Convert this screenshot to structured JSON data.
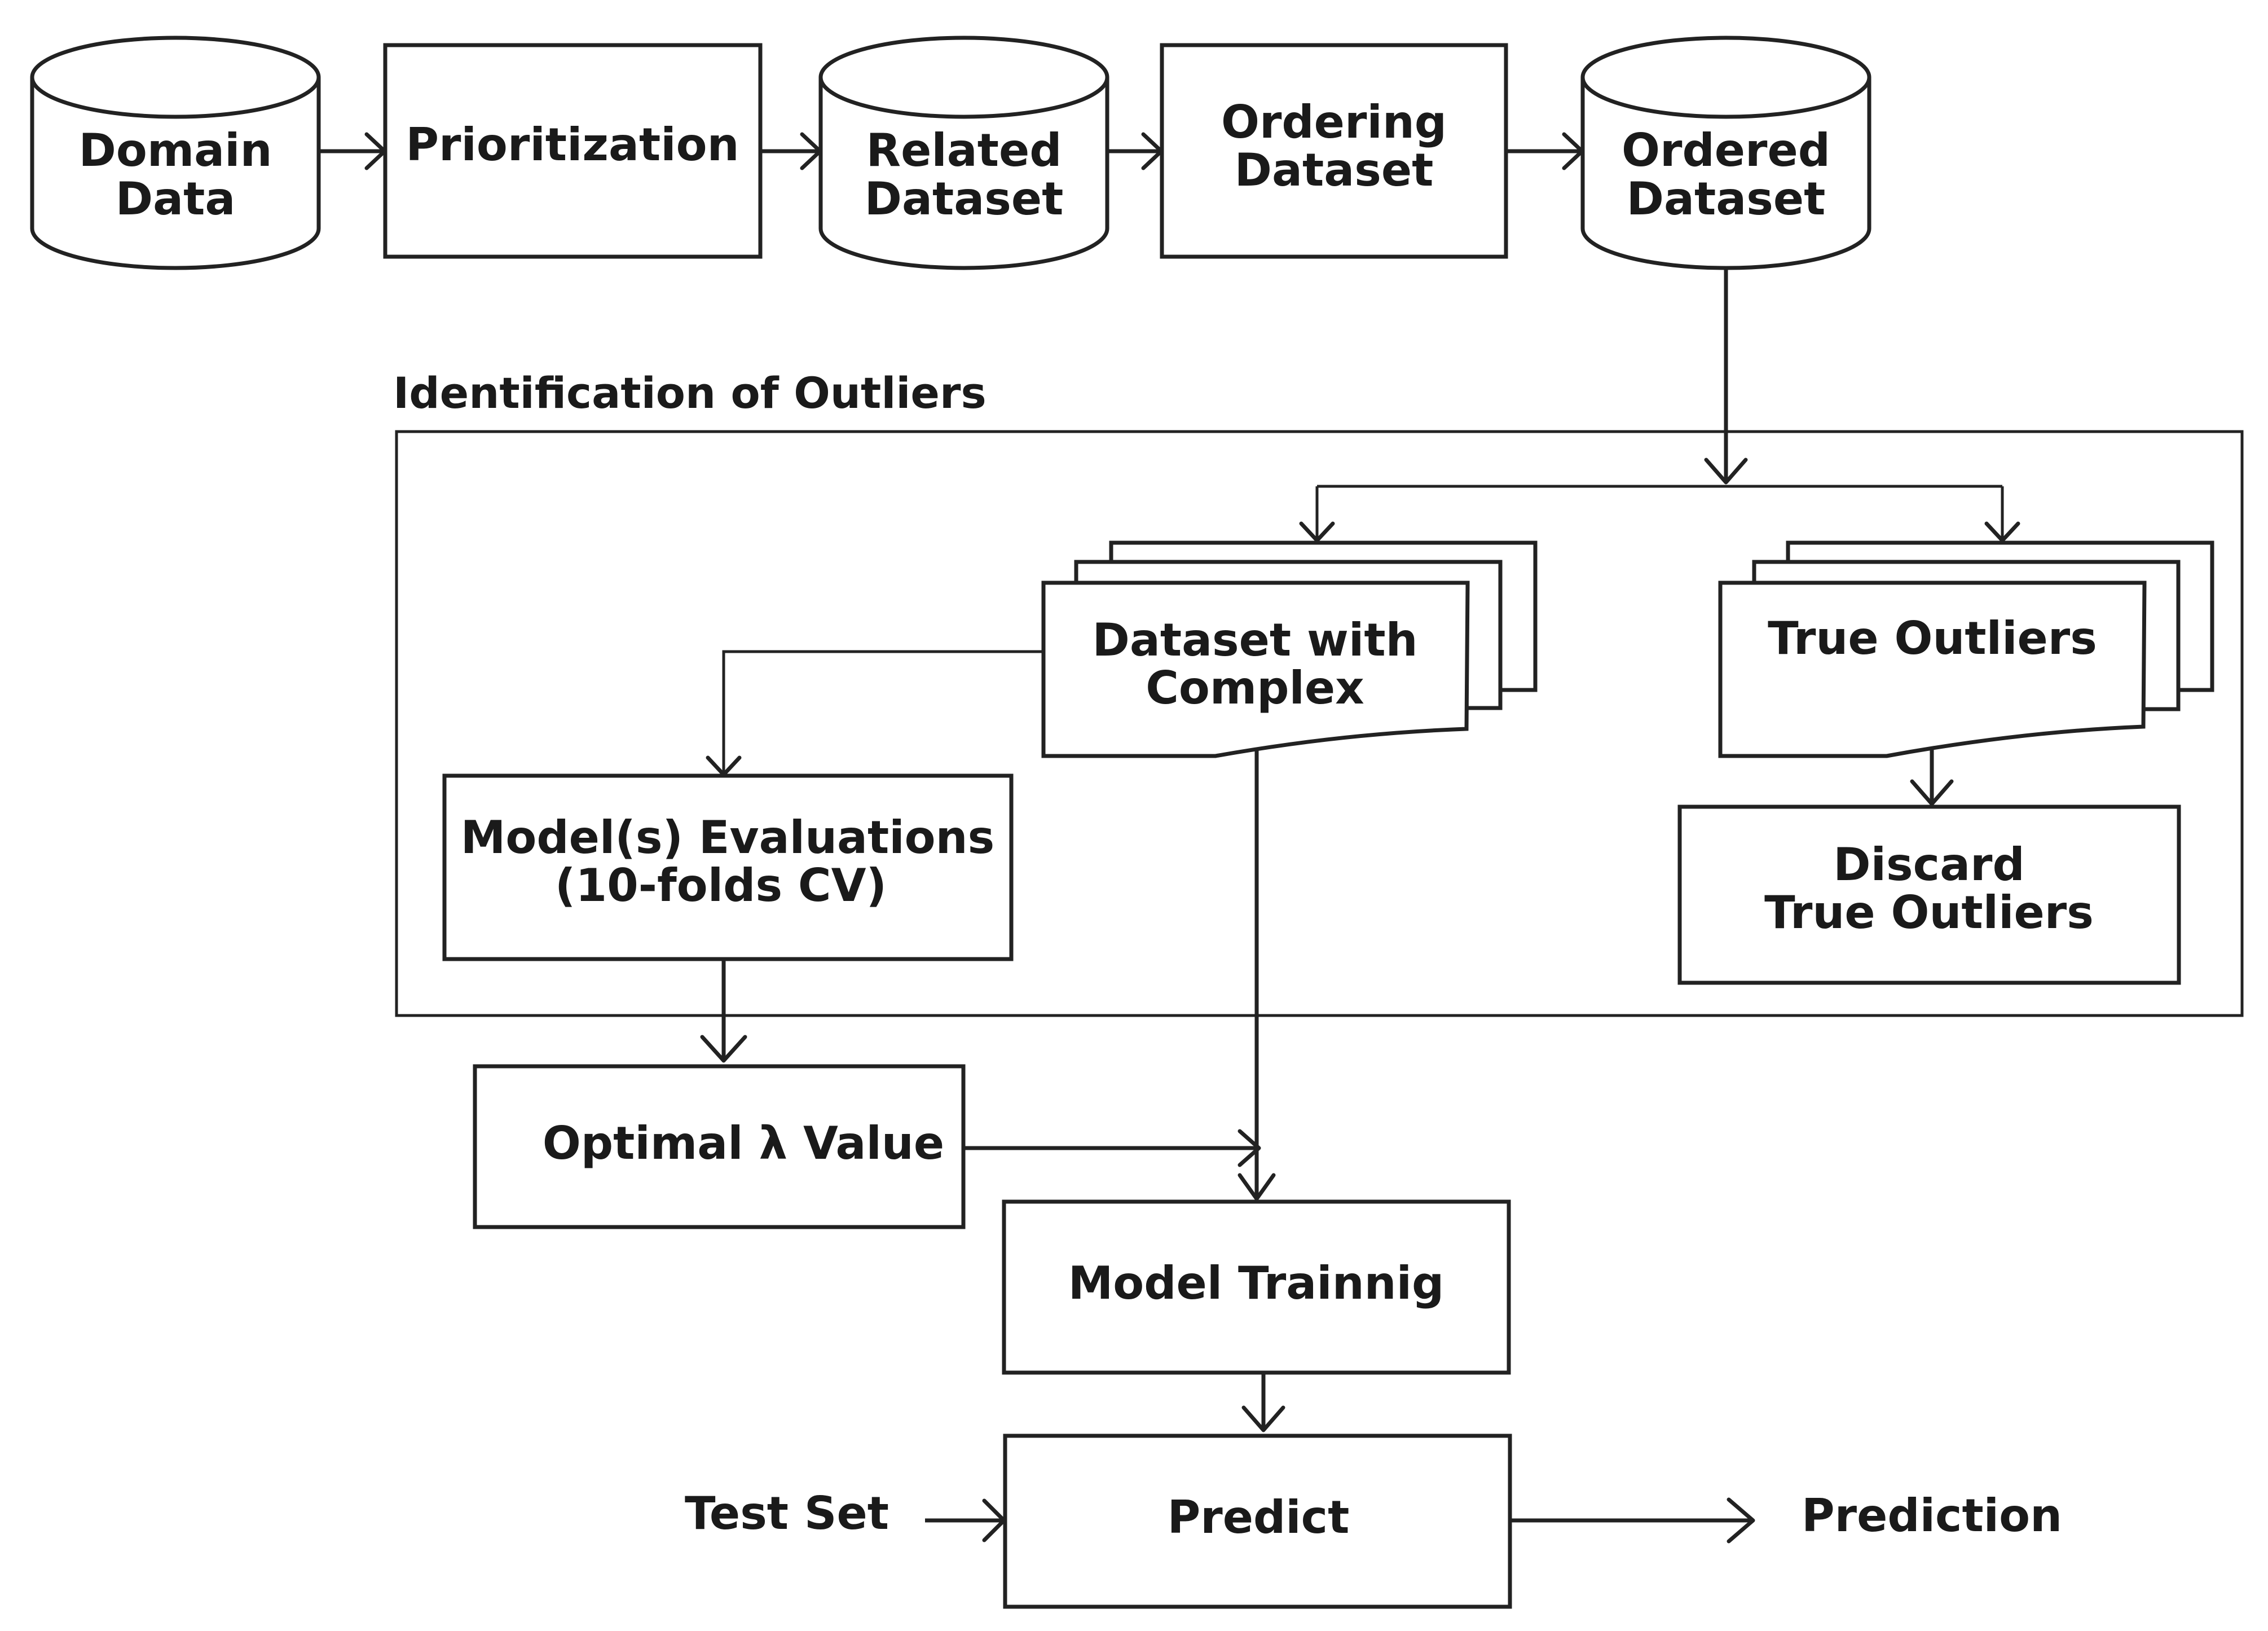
{
  "nodes": {
    "domain_data": {
      "line1": "Domain",
      "line2": "Data"
    },
    "prioritization": {
      "label": "Prioritization"
    },
    "related_dataset": {
      "line1": "Related",
      "line2": "Dataset"
    },
    "ordering_dataset": {
      "line1": "Ordering",
      "line2": "Dataset"
    },
    "ordered_dataset": {
      "line1": "Ordered",
      "line2": "Dataset"
    },
    "dataset_complex": {
      "line1": "Dataset with",
      "line2": "Complex"
    },
    "true_outliers": {
      "label": "True Outliers"
    },
    "model_evaluations": {
      "line1": "Model(s) Evaluations",
      "line2": "(10-folds CV)"
    },
    "discard_outliers": {
      "line1": "Discard",
      "line2": "True Outliers"
    },
    "optimal_lambda": {
      "label": "Optimal λ Value"
    },
    "model_training": {
      "label": "Model Trainnig"
    },
    "predict": {
      "label": "Predict"
    },
    "test_set": {
      "label": "Test Set"
    },
    "prediction": {
      "label": "Prediction"
    }
  },
  "groups": {
    "identification": {
      "label": "Identification of Outliers"
    }
  }
}
